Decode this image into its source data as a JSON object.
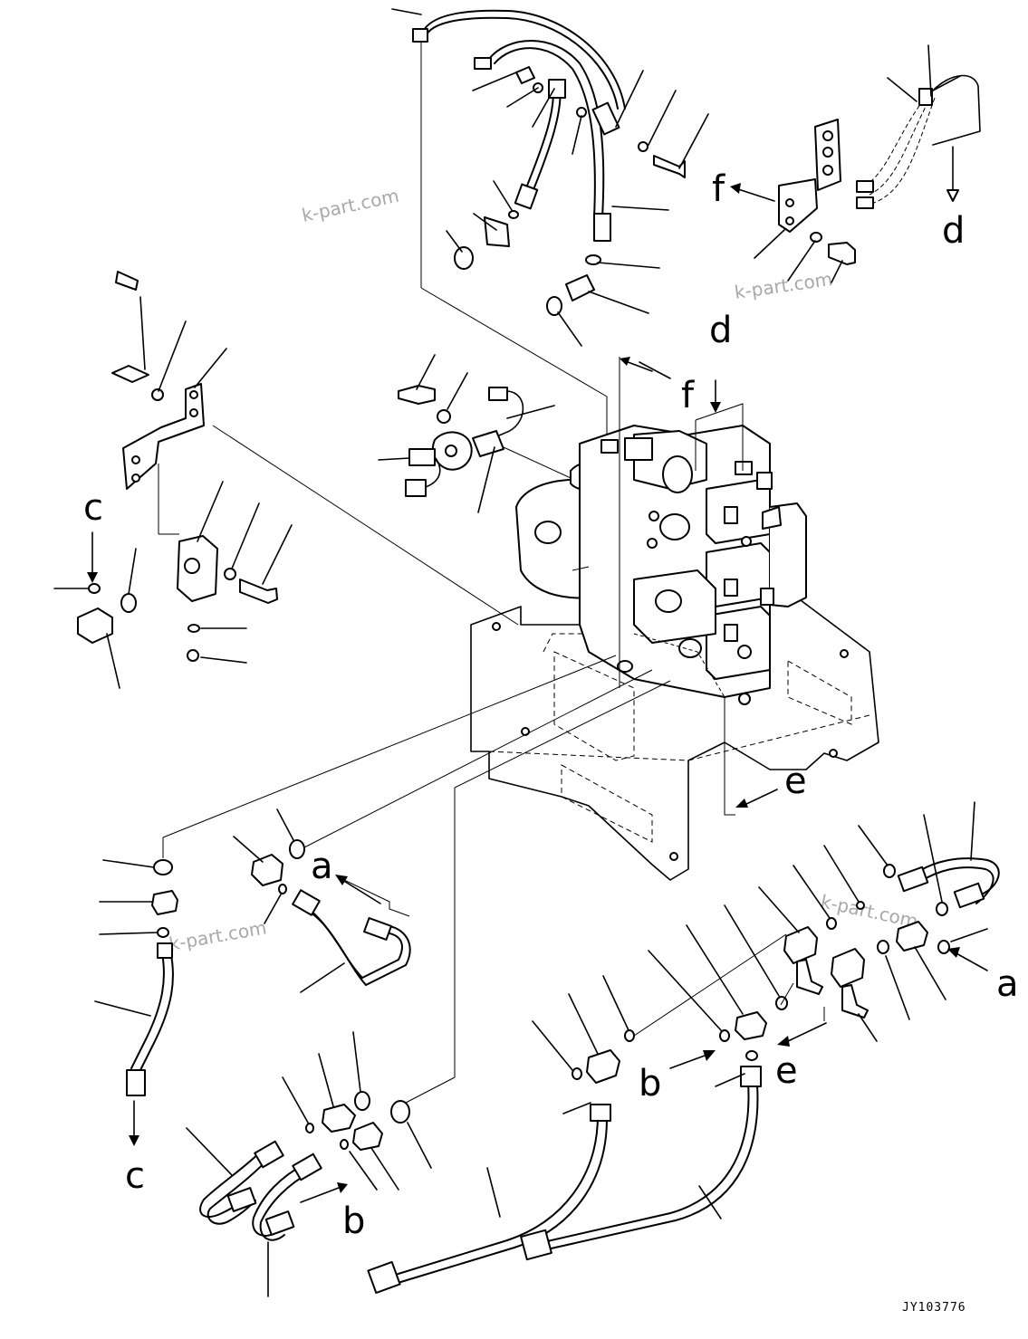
{
  "callouts": {
    "f_top": "f",
    "f_mid": "f",
    "d_top": "d",
    "d_mid": "d",
    "c_top": "c",
    "c_bottom": "c",
    "a_mid": "a",
    "a_right": "a",
    "b_mid": "b",
    "b_bottom": "b",
    "e_mid": "e",
    "e_low": "e"
  },
  "watermarks": {
    "wm1": "k-part.com",
    "wm2": "k-part.com",
    "wm3": "k-part.com",
    "wm4": "k-part.com"
  },
  "drawing_code": "JY103776"
}
